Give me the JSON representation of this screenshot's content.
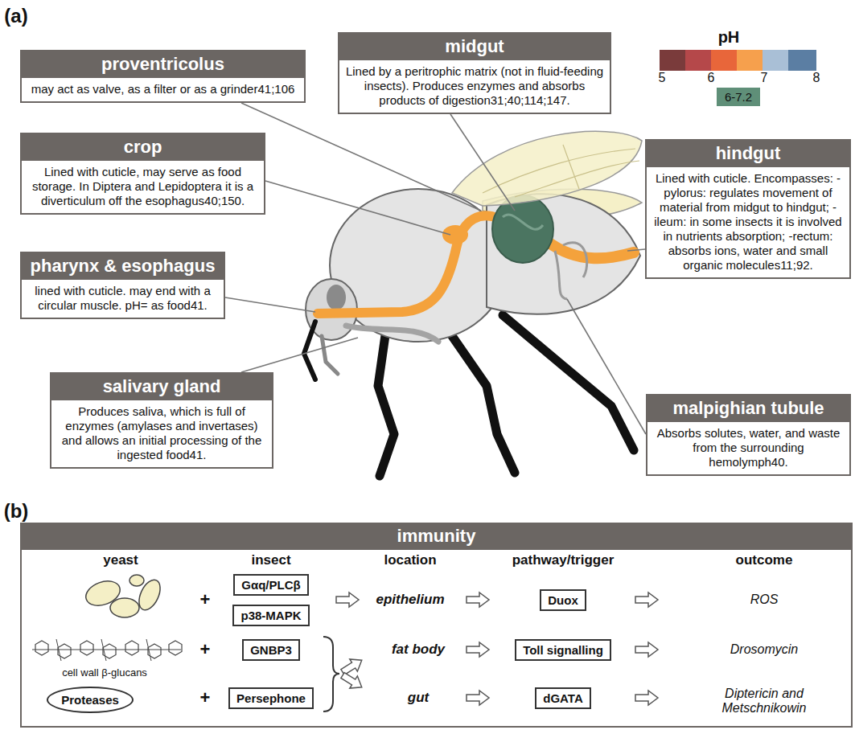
{
  "diagram": {
    "nodes": [
      {
        "text": [
          "proventricolus",
          "may act as valve, as a filter or as a grinder41;106"
        ]
      },
      {
        "text": [
          "midgut",
          "Lined by a peritrophic matrix (not in fluid-feeding insects). Produces enzymes and absorbs products of digestion31;40;114;147."
        ]
      },
      {
        "text": [
          "6-7.2"
        ]
      },
      {
        "text": [
          "crop",
          "Lined with cuticle, may serve as food storage. In Diptera and Lepidoptera it is a diverticulum off the esophagus40;150."
        ]
      },
      {
        "text": [
          "hindgut",
          "Lined with cuticle. Encompasses: -pylorus: regulates movement of material from midgut to hindgut; -ileum: in some insects it is involved in nutrients absorption; -rectum: absorbs ions, water and small organic molecules11;92."
        ]
      },
      {
        "text": [
          "pharynx & esophagus",
          "lined with cuticle. may end with a circular muscle. pH= as food41."
        ]
      },
      {
        "text": [
          "salivary gland",
          "Produces saliva, which is full of enzymes (amylases and invertases) and allows an initial processing of the ingested food41."
        ]
      },
      {
        "text": [
          "malpighian tubule",
          "Absorbs solutes, water, and waste from the surrounding hemolymph40."
        ]
      },
      {
        "text": [
          "immunity"
        ]
      },
      {
        "text": [
          "Gαq/PLCβ"
        ],
        "in": 8
      },
      {
        "text": [
          "p38-MAPK"
        ],
        "in": 8
      },
      {
        "text": [
          "Duox"
        ],
        "in": 8
      },
      {
        "text": [
          "GNBP3"
        ],
        "in": 8
      },
      {
        "text": [
          "Toll signalling"
        ],
        "in": 8
      },
      {
        "text": [
          "Proteases"
        ],
        "in": 8
      },
      {
        "text": [
          "Persephone"
        ],
        "in": 8
      },
      {
        "text": [
          "dGATA"
        ],
        "in": 8
      }
    ],
    "labels": [
      "(a)",
      "pH",
      "5",
      "6",
      "7",
      "8",
      "(b)",
      "yeast",
      "insect",
      "location",
      "pathway/trigger",
      "outcome",
      "+",
      "epithelium",
      "ROS",
      "cell wall β-glucans",
      "+",
      "fat body",
      "Drosomycin",
      "+",
      "gut",
      "Diptericin and Metschnikowin"
    ]
  }
}
